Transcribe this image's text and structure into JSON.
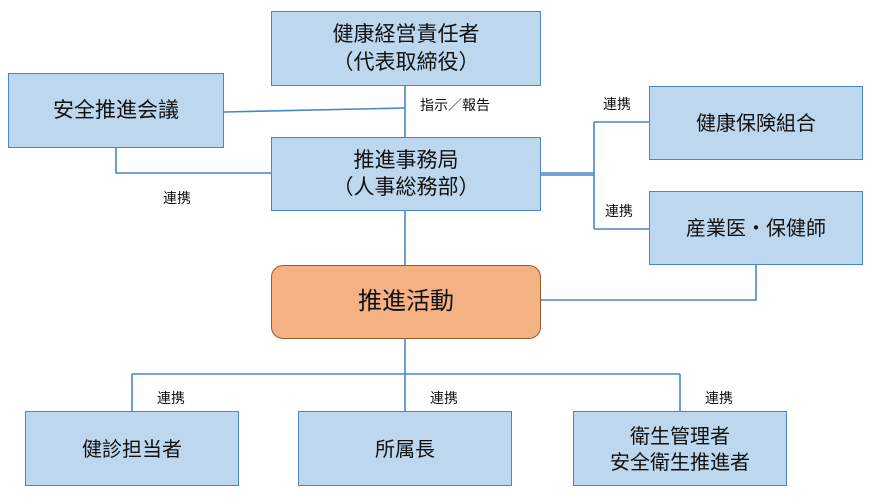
{
  "nodes": {
    "ceo": {
      "line1": "健康経営責任者",
      "line2": "（代表取締役）"
    },
    "safety_council": {
      "label": "安全推進会議"
    },
    "secretariat": {
      "line1": "推進事務局",
      "line2": "（人事総務部）"
    },
    "health_insurance": {
      "label": "健康保険組合"
    },
    "doctor_nurse": {
      "label": "産業医・保健師"
    },
    "activity": {
      "label": "推進活動"
    },
    "checkup_staff": {
      "label": "健診担当者"
    },
    "dept_head": {
      "label": "所属長"
    },
    "hygiene": {
      "line1": "衛生管理者",
      "line2": "安全衛生推進者"
    }
  },
  "edge_labels": {
    "instruction_report": "指示／報告",
    "link_council": "連携",
    "link_insurance": "連携",
    "link_doctor": "連携",
    "link_checkup": "連携",
    "link_dept": "連携",
    "link_hygiene": "連携"
  },
  "colors": {
    "box_fill": "#bdd7ee",
    "box_border": "#4a86c5",
    "hub_fill": "#f4b183",
    "hub_border": "#9c5a2a",
    "line": "#4a86c5"
  }
}
